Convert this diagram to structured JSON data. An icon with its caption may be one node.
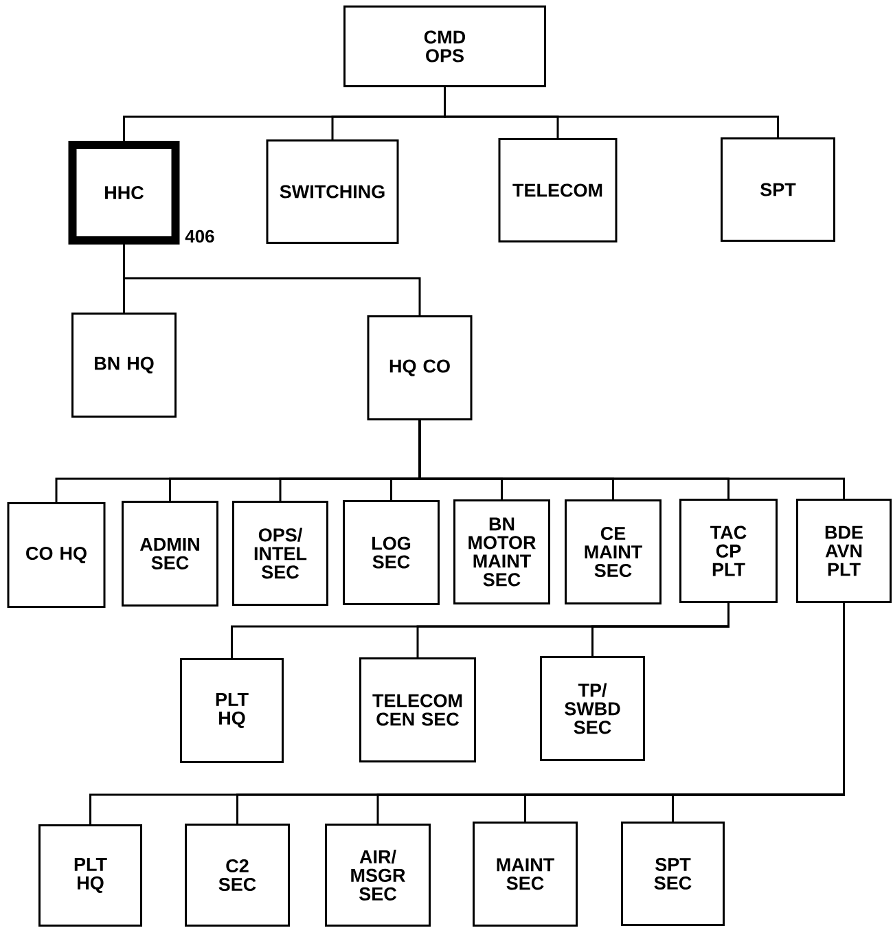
{
  "diagram": {
    "nodes": [
      {
        "text": [
          "CMD OPS"
        ]
      },
      {
        "text": [
          "HHC"
        ],
        "beside": [
          "406"
        ]
      },
      {
        "text": [
          "SWITCHING"
        ]
      },
      {
        "text": [
          "TELECOM"
        ]
      },
      {
        "text": [
          "SPT"
        ]
      },
      {
        "text": [
          "BN HQ"
        ]
      },
      {
        "text": [
          "HQ CO"
        ]
      },
      {
        "text": [
          "CO HQ"
        ]
      },
      {
        "text": [
          "ADMIN SEC"
        ]
      },
      {
        "text": [
          "OPS/ INTEL SEC"
        ]
      },
      {
        "text": [
          "LOG SEC"
        ]
      },
      {
        "text": [
          "BN MOTOR MAINT SEC"
        ]
      },
      {
        "text": [
          "CE MAINT SEC"
        ]
      },
      {
        "text": [
          "TAC CP PLT"
        ]
      },
      {
        "text": [
          "BDE AVN PLT"
        ]
      },
      {
        "text": [
          "PLT HQ"
        ]
      },
      {
        "text": [
          "TELECOM CEN SEC"
        ]
      },
      {
        "text": [
          "TP/ SWBD SEC"
        ]
      },
      {
        "text": [
          "PLT HQ"
        ]
      },
      {
        "text": [
          "C2 SEC"
        ]
      },
      {
        "text": [
          "AIR/ MSGR SEC"
        ]
      },
      {
        "text": [
          "MAINT SEC"
        ]
      },
      {
        "text": [
          "SPT SEC"
        ]
      }
    ],
    "edges": [
      {
        "from": 0,
        "to": 1,
        "arrow": "none"
      },
      {
        "from": 0,
        "to": 2,
        "arrow": "none"
      },
      {
        "from": 0,
        "to": 3,
        "arrow": "none"
      },
      {
        "from": 0,
        "to": 4,
        "arrow": "none"
      },
      {
        "from": 1,
        "to": 5,
        "arrow": "none"
      },
      {
        "from": 1,
        "to": 6,
        "arrow": "none"
      },
      {
        "from": 6,
        "to": 7,
        "arrow": "none"
      },
      {
        "from": 6,
        "to": 8,
        "arrow": "none"
      },
      {
        "from": 6,
        "to": 9,
        "arrow": "none"
      },
      {
        "from": 6,
        "to": 10,
        "arrow": "none"
      },
      {
        "from": 6,
        "to": 11,
        "arrow": "none"
      },
      {
        "from": 6,
        "to": 12,
        "arrow": "none"
      },
      {
        "from": 6,
        "to": 13,
        "arrow": "none"
      },
      {
        "from": 6,
        "to": 14,
        "arrow": "none"
      },
      {
        "from": 13,
        "to": 15,
        "arrow": "none"
      },
      {
        "from": 13,
        "to": 16,
        "arrow": "none"
      },
      {
        "from": 13,
        "to": 17,
        "arrow": "none"
      },
      {
        "from": 14,
        "to": 18,
        "arrow": "none"
      },
      {
        "from": 14,
        "to": 19,
        "arrow": "none"
      },
      {
        "from": 14,
        "to": 20,
        "arrow": "none"
      },
      {
        "from": 14,
        "to": 21,
        "arrow": "none"
      },
      {
        "from": 14,
        "to": 22,
        "arrow": "none"
      }
    ]
  }
}
